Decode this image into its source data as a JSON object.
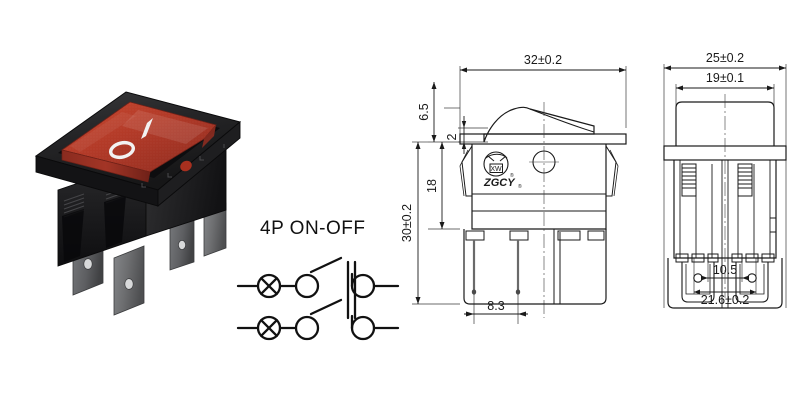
{
  "product": {
    "photo_alt": "red-illuminated-4-pin-rocker-switch",
    "rocker_marking_on": "I",
    "rocker_marking_off": "O",
    "body_color": "#1c1c1c",
    "lens_color": "#b53a2a",
    "terminal_color": "#6d6e70"
  },
  "schematic": {
    "title": "4P  ON-OFF",
    "lamp_symbol": "crossed-circle-lamp",
    "poles": 2,
    "rows": [
      {
        "lamp": "⊗",
        "left_terminal": "○",
        "right_terminal": "○"
      },
      {
        "lamp": "⊗",
        "left_terminal": "○",
        "right_terminal": "○"
      }
    ]
  },
  "side_view": {
    "name": "side-view",
    "logo": {
      "mark": "XW",
      "brand": "ZGCY",
      "registered": "®"
    },
    "dimensions": {
      "overall_width": "32±0.2",
      "rocker_height": "6.5",
      "flange_thickness": "2",
      "body_height": "18",
      "overall_height": "30±0.2",
      "terminal_pitch": "8.3"
    }
  },
  "front_view": {
    "name": "front-view",
    "dimensions": {
      "flange_width": "25±0.2",
      "panel_cutout_width": "19±0.1",
      "terminal_spacing": "10.5",
      "body_width": "21.6±0.2"
    }
  },
  "style": {
    "line_color": "#1a1a1a",
    "background": "#ffffff"
  }
}
